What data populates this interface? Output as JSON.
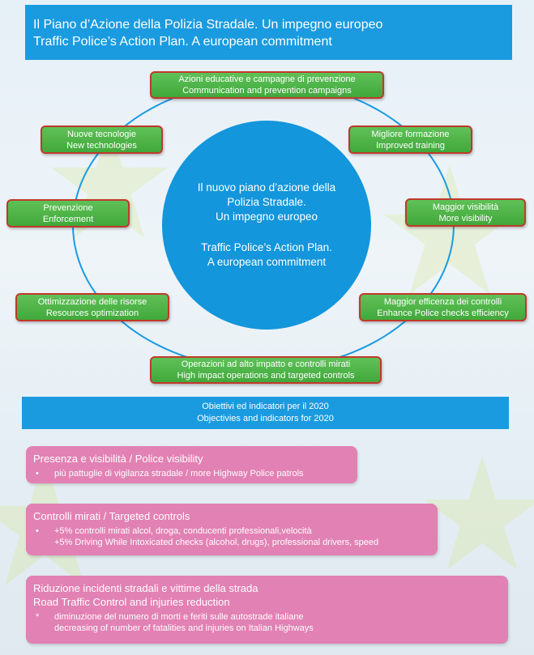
{
  "header": {
    "line_it": "Il Piano d’Azione della Polizia Stradale. Un impegno europeo",
    "line_en": "Traffic Police’s Action Plan. A european commitment"
  },
  "center": {
    "it_line1": "Il nuovo piano d’azione della",
    "it_line2": "Polizia Stradale.",
    "it_line3": "Un impegno europeo",
    "en_line1": "Traffic Police’s Action Plan.",
    "en_line2": "A european commitment"
  },
  "nodes": [
    {
      "it": "Azioni educative e campagne di prevenzione",
      "en": "Communication and prevention campaigns"
    },
    {
      "it": "Migliore formazione",
      "en": "Improved training"
    },
    {
      "it": "Maggior visibilità",
      "en": "More visibility"
    },
    {
      "it": "Maggior efficenza dei controlli",
      "en": "Enhance Police checks efficiency"
    },
    {
      "it": "Operazioni ad alto impatto e controlli mirati",
      "en": "High impact operations and targeted controls"
    },
    {
      "it": "Ottimizzazione delle risorse",
      "en": "Resources optimization"
    },
    {
      "it": "Prevenzione",
      "en": "Enforcement"
    },
    {
      "it": "Nuove tecnologie",
      "en": "New technologies"
    }
  ],
  "objectives": {
    "it": "Obiettivi ed indicatori per il 2020",
    "en": "Objectivies and indicators for 2020"
  },
  "cards": [
    {
      "title1": "Presenza e visibilità / Police visibility",
      "bullet": "•",
      "line1": "più pattuglie di vigilanza stradale / more Highway Police patrols"
    },
    {
      "title1": "Controlli mirati / Targeted controls",
      "bullet": "•",
      "line1": "+5% controlli mirati alcol, droga, conducenti professionali,velocità",
      "line2": "+5% Driving While Intoxicated checks (alcohol, drugs), professional drivers, speed"
    },
    {
      "title1": "Riduzione incidenti stradali e vittime della strada",
      "title2": "Road Traffic Control and injuries reduction",
      "bullet": "*",
      "line1": "diminuzione del numero di morti e feriti sulle autostrade italiane",
      "line2": "decreasing of number of fatalities and injuries on Italian Highways"
    }
  ],
  "colors": {
    "blue": "#1a9be0",
    "green": "#4cb446",
    "node_border": "#c0392b",
    "pink": "#e281b4"
  }
}
